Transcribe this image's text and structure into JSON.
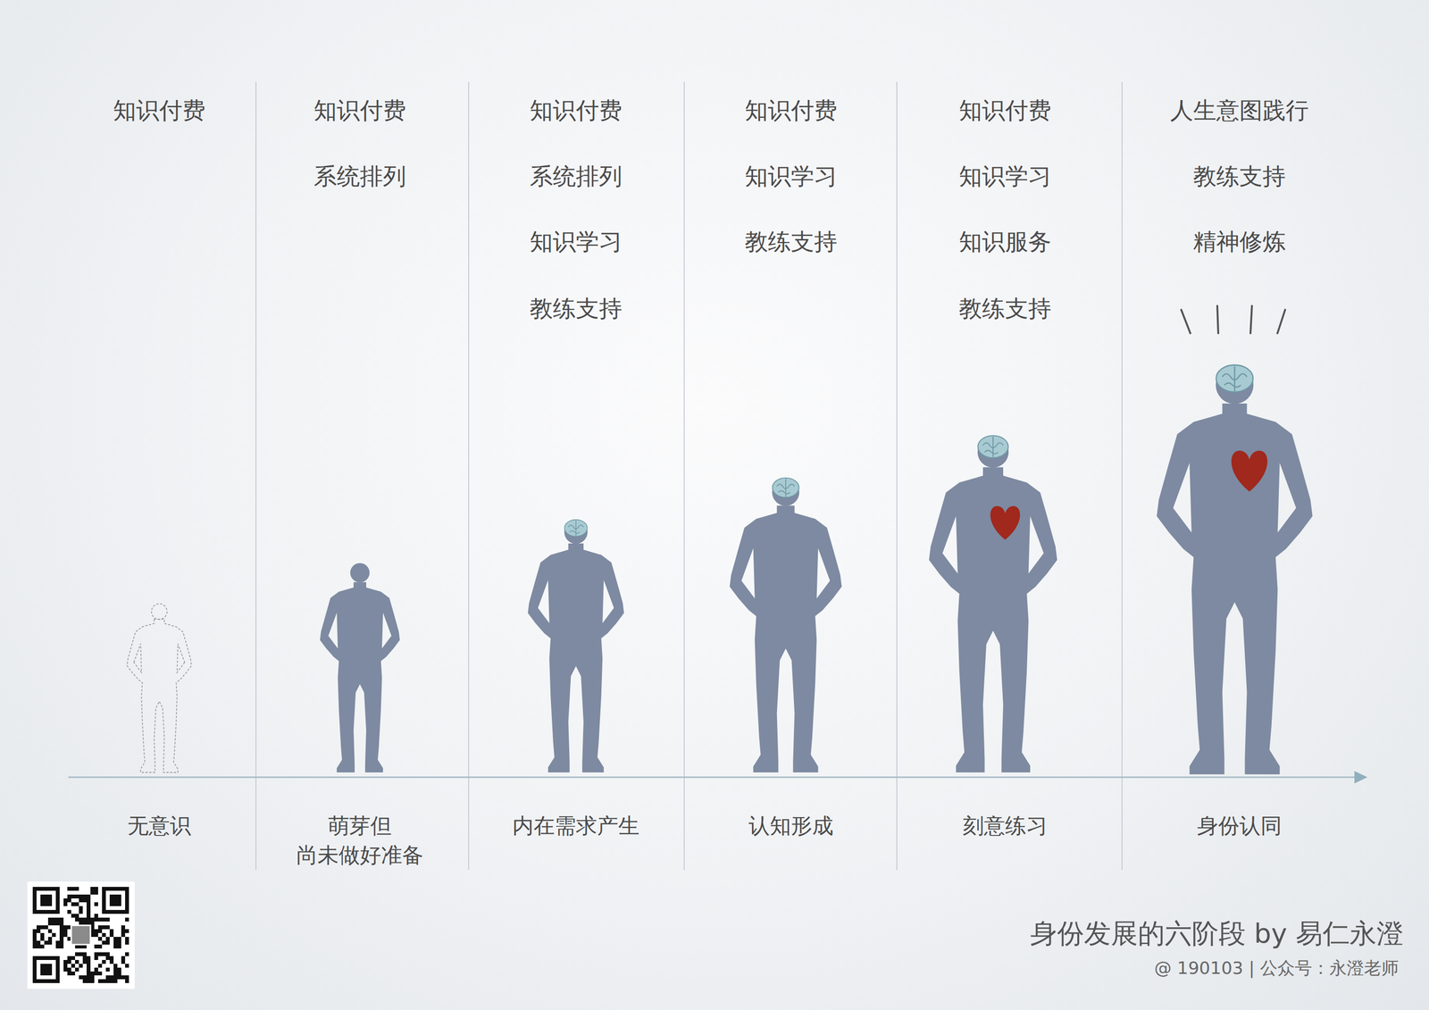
{
  "diagram": {
    "title": "身份发展的六阶段 by 易仁永澄",
    "caption": "@ 190103 | 公众号：永澄老师",
    "nodes": [
      {
        "text": [
          "知识付费",
          "无意识"
        ]
      },
      {
        "text": [
          "知识付费",
          "系统排列",
          "萌芽但 尚未做好准备"
        ]
      },
      {
        "text": [
          "知识付费",
          "系统排列",
          "知识学习",
          "教练支持",
          "内在需求产生"
        ]
      },
      {
        "text": [
          "知识付费",
          "知识学习",
          "教练支持",
          "认知形成"
        ]
      },
      {
        "text": [
          "知识付费",
          "知识学习",
          "知识服务",
          "教练支持",
          "刻意练习"
        ]
      },
      {
        "text": [
          "人生意图践行",
          "教练支持",
          "精神修炼",
          "身份认同"
        ]
      }
    ]
  }
}
